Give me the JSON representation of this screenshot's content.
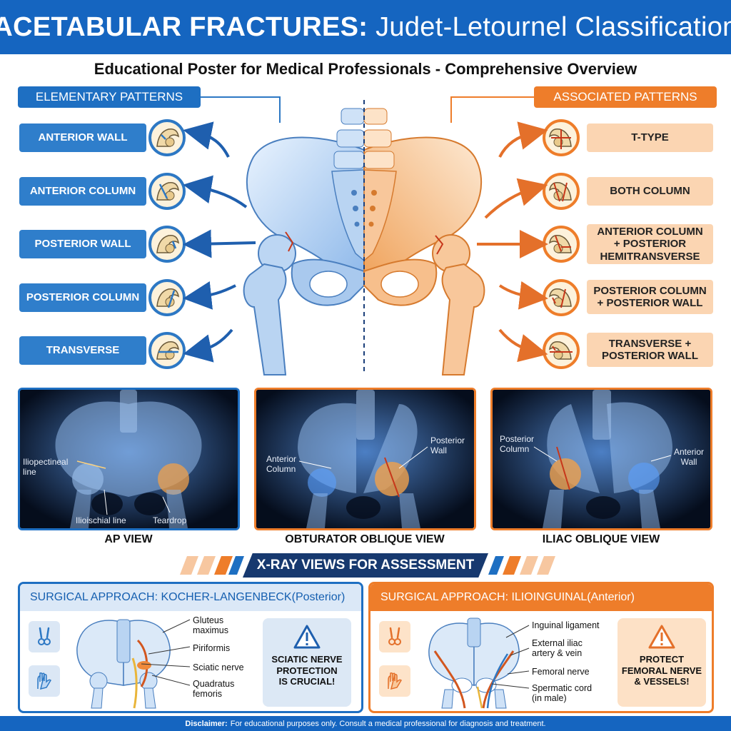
{
  "header": {
    "title_main": "ACETABULAR FRACTURES:",
    "title_rest": " Judet-Letournel Classification",
    "subtitle": "Educational Poster for Medical Professionals - Comprehensive Overview"
  },
  "elementary": {
    "label": "ELEMENTARY PATTERNS",
    "items": [
      "ANTERIOR WALL",
      "ANTERIOR COLUMN",
      "POSTERIOR WALL",
      "POSTERIOR COLUMN",
      "TRANSVERSE"
    ]
  },
  "associated": {
    "label": "ASSOCIATED PATTERNS",
    "items": [
      {
        "line1": "T-TYPE",
        "line2": "",
        "line3": ""
      },
      {
        "line1": "BOTH COLUMN",
        "line2": "",
        "line3": ""
      },
      {
        "line1": "ANTERIOR COLUMN",
        "line2": "+ POSTERIOR",
        "line3": "HEMITRANSVERSE"
      },
      {
        "line1": "POSTERIOR COLUMN",
        "line2": "+ POSTERIOR WALL",
        "line3": ""
      },
      {
        "line1": "TRANSVERSE +",
        "line2": "POSTERIOR WALL",
        "line3": ""
      }
    ]
  },
  "xrays": {
    "ap": {
      "title": "AP VIEW",
      "labels": {
        "iliopectineal_1": "Iliopectineal",
        "iliopectineal_2": "line",
        "ilioischial": "Ilioischial line",
        "teardrop": "Teardrop"
      }
    },
    "obturator": {
      "title": "OBTURATOR OBLIQUE VIEW",
      "labels": {
        "anterior_1": "Anterior",
        "anterior_2": "Column",
        "posterior_1": "Posterior",
        "posterior_2": "Wall"
      }
    },
    "iliac": {
      "title": "ILIAC OBLIQUE VIEW",
      "labels": {
        "posterior_1": "Posterior",
        "posterior_2": "Column",
        "anterior_1": "Anterior",
        "anterior_2": "Wall"
      }
    },
    "banner": "X-RAY VIEWS FOR ASSESSMENT"
  },
  "surgical": {
    "left": {
      "title_main": "SURGICAL APPROACH: KOCHER-LANGENBECK",
      "title_paren": " (Posterior)",
      "labels": {
        "gluteus_1": "Gluteus",
        "gluteus_2": "maximus",
        "piriformis": "Piriformis",
        "sciatic": "Sciatic nerve",
        "quadratus_1": "Quadratus",
        "quadratus_2": "femoris"
      },
      "warning": {
        "line1": "SCIATIC NERVE",
        "line2": "PROTECTION",
        "line3": "IS CRUCIAL!"
      }
    },
    "right": {
      "title_main": "SURGICAL APPROACH: ILIOINGUINAL",
      "title_paren": " (Anterior)",
      "labels": {
        "inguinal": "Inguinal ligament",
        "iliac_1": "External iliac",
        "iliac_2": "artery & vein",
        "femoral": "Femoral nerve",
        "spermatic_1": "Spermatic cord",
        "spermatic_2": "(in male)"
      },
      "warning": {
        "line1": "PROTECT",
        "line2": "FEMORAL NERVE",
        "line3": "& VESSELS!"
      }
    }
  },
  "disclaimer": {
    "label": "Disclaimer:",
    "text": "For educational purposes only. Consult a medical professional for diagnosis and treatment."
  },
  "colors": {
    "blue": "#1e6fc2",
    "orange": "#ee7d2a",
    "navy": "#17396f"
  }
}
